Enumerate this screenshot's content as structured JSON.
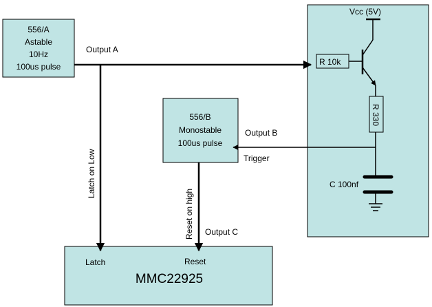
{
  "blocks": {
    "astable": {
      "lines": [
        "556/A",
        "Astable",
        "10Hz",
        "100us pulse"
      ]
    },
    "monostable": {
      "lines": [
        "556/B",
        "Monostable",
        "100us pulse"
      ]
    },
    "mmc": {
      "title": "MMC22925",
      "latch_pin": "Latch",
      "reset_pin": "Reset"
    },
    "driver_panel": {
      "vcc": "Vcc (5V)",
      "r_base": "R 10k",
      "r_collector": "R 330",
      "capacitor": "C 100nf"
    }
  },
  "signals": {
    "output_a": "Output A",
    "output_b": "Output B",
    "output_c": "Output C",
    "trigger": "Trigger",
    "latch_on_low": "Latch on Low",
    "reset_on_high": "Reset on high"
  }
}
